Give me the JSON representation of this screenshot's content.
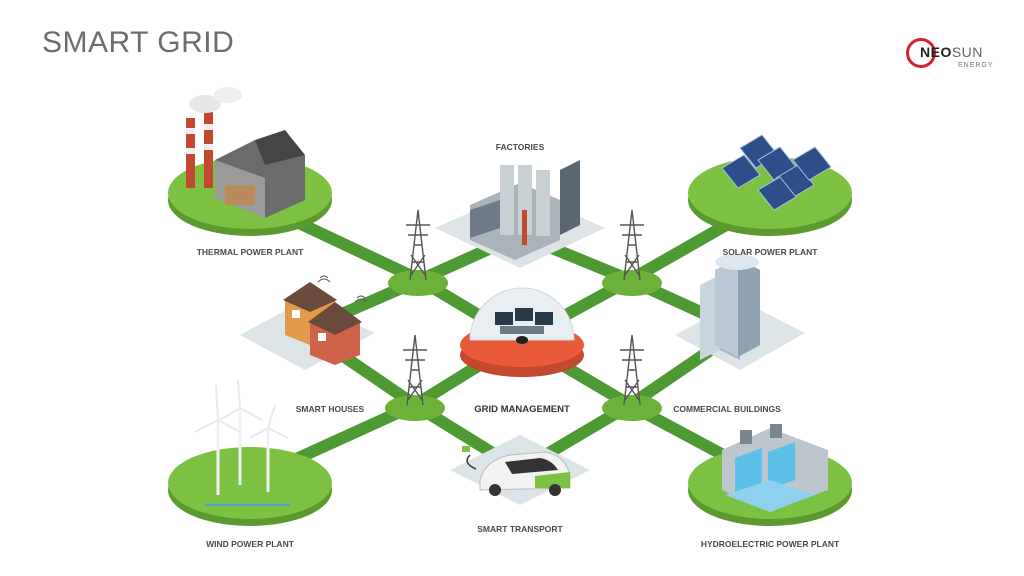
{
  "header": {
    "title": "SMART GRID"
  },
  "logo": {
    "neo": "NEO",
    "sun": "SUN",
    "sub": "ENERGY",
    "accent": "#d6202c"
  },
  "colors": {
    "grass": "#7cc142",
    "grass_dark": "#5a9a2e",
    "road": "#4e9a32",
    "tile": "#dde4e8"
  },
  "nodes": {
    "thermal": "THERMAL POWER PLANT",
    "factories": "FACTORIES",
    "solar": "SOLAR POWER PLANT",
    "houses": "SMART HOUSES",
    "grid": "GRID MANAGEMENT",
    "commercial": "COMMERCIAL BUILDINGS",
    "wind": "WIND POWER PLANT",
    "transport": "SMART TRANSPORT",
    "hydro": "HYDROELECTRIC POWER PLANT"
  }
}
